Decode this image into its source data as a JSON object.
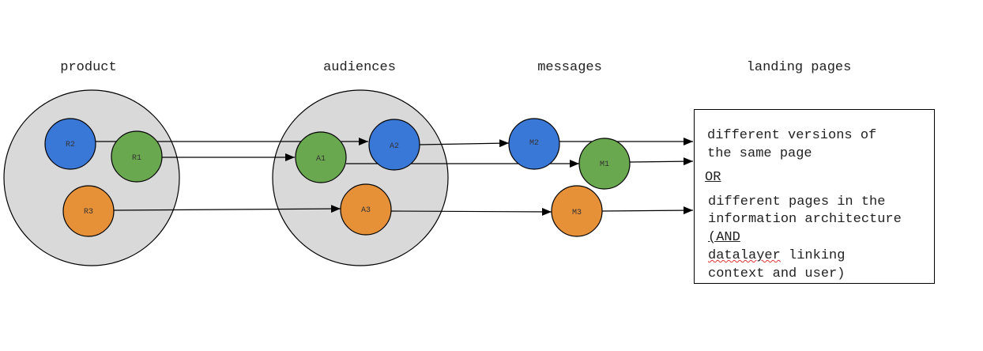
{
  "columns": {
    "product": "product",
    "audiences": "audiences",
    "messages": "messages",
    "landing_pages": "landing pages"
  },
  "colors": {
    "blue": "#3a78d8",
    "green": "#6aa84f",
    "orange": "#e69138",
    "group_fill": "#d9d9d9",
    "stroke": "#000000"
  },
  "nodes": {
    "R1": "R1",
    "R2": "R2",
    "R3": "R3",
    "A1": "A1",
    "A2": "A2",
    "A3": "A3",
    "M1": "M1",
    "M2": "M2",
    "M3": "M3"
  },
  "edges": [
    {
      "from": "R2",
      "to": "A2"
    },
    {
      "from": "R1",
      "to": "A1"
    },
    {
      "from": "R3",
      "to": "A3"
    },
    {
      "from": "A2",
      "to": "M2"
    },
    {
      "from": "A1",
      "to": "M1"
    },
    {
      "from": "A3",
      "to": "M3"
    },
    {
      "from": "M2",
      "to": "landing pages"
    },
    {
      "from": "M1",
      "to": "landing pages"
    },
    {
      "from": "M3",
      "to": "landing pages"
    }
  ],
  "landing_box": {
    "line1": "different versions of",
    "line2": "the same page",
    "or": "OR",
    "line3": "different pages in the",
    "line4": "information architecture",
    "line5": "(AND",
    "line6_word": "datalayer",
    "line6_rest": " linking",
    "line7": "context and user)"
  }
}
